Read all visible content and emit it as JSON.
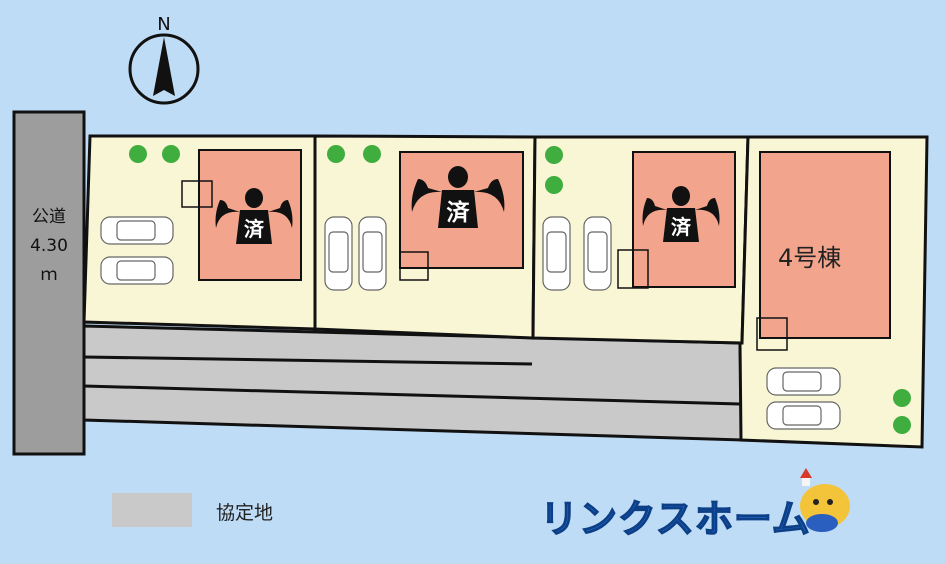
{
  "compass": {
    "north_label": "N"
  },
  "road": {
    "name": "公道",
    "width": "4.30",
    "unit": "ｍ"
  },
  "lots": [
    {
      "status_mark": "済"
    },
    {
      "status_mark": "済"
    },
    {
      "status_mark": "済"
    },
    {
      "house_label": "4号棟"
    }
  ],
  "legend": {
    "label": "協定地",
    "swatch_color": "#c9c9c9"
  },
  "brand": {
    "name": "リンクスホーム"
  },
  "colors": {
    "sky": "#bfdcf6",
    "lot": "#f9f6d5",
    "building": "#f3a48c",
    "road": "#9d9d9d",
    "agreement_land": "#c9c9c9",
    "tree": "#3fae3f"
  }
}
